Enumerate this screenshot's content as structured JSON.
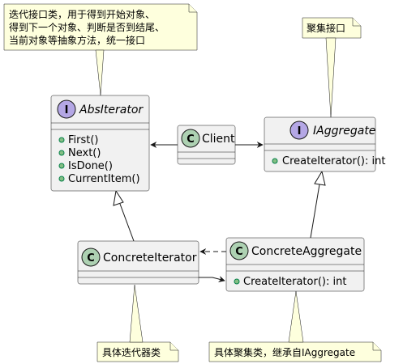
{
  "notes": {
    "iterator_note": [
      "迭代接口类，用于得到开始对象、",
      " 得到下一个对象、判断是否到结尾、",
      " 当前对象等抽象方法，统一接口"
    ],
    "aggregate_note": "聚集接口",
    "concrete_iterator_note": "具体迭代器类",
    "concrete_aggregate_note": "具体聚集类，继承自IAggregate"
  },
  "classes": {
    "abs_iterator": {
      "stereotype": "I",
      "name": "AbsIterator",
      "methods": [
        "First()",
        "Next()",
        "IsDone()",
        "CurrentItem()"
      ]
    },
    "client": {
      "stereotype": "C",
      "name": "Client"
    },
    "iaggregate": {
      "stereotype": "I",
      "name": "IAggregate",
      "methods": [
        "CreateIterator(): int"
      ]
    },
    "concrete_iterator": {
      "stereotype": "C",
      "name": "ConcreteIterator"
    },
    "concrete_aggregate": {
      "stereotype": "C",
      "name": "ConcreteAggregate",
      "methods": [
        "CreateIterator(): int"
      ]
    }
  },
  "colors": {
    "class_fill": "#F1F1F1",
    "border": "#181818",
    "note_fill": "#FEFFDD",
    "interface_badge": "#B4A7E5",
    "class_badge": "#ADD1B2"
  }
}
